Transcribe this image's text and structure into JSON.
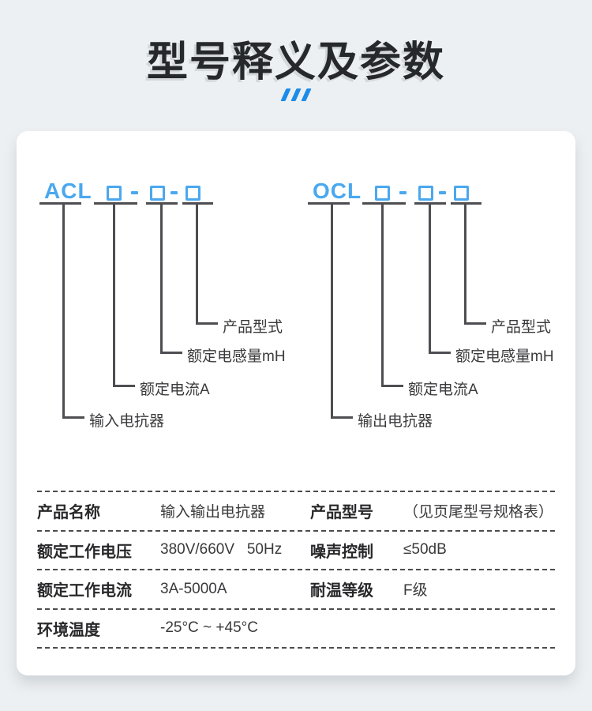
{
  "header": {
    "title": "型号释义及参数"
  },
  "accent": {
    "slash_count": 3
  },
  "diagrams": [
    {
      "prefix": "ACL",
      "separator": "-",
      "box_count": 3,
      "labels": [
        "输入电抗器",
        "额定电流A",
        "额定电感量mH",
        "产品型式"
      ]
    },
    {
      "prefix": "OCL",
      "separator": "-",
      "box_count": 3,
      "labels": [
        "输出电抗器",
        "额定电流A",
        "额定电感量mH",
        "产品型式"
      ]
    }
  ],
  "spec_table": {
    "rows": [
      [
        "产品名称",
        "输入输出电抗器",
        "产品型号",
        "（见页尾型号规格表）"
      ],
      [
        "额定工作电压",
        "380V/660V   50Hz",
        "噪声控制",
        "≤50dB"
      ],
      [
        "额定工作电流",
        "3A-5000A",
        "耐温等级",
        "F级"
      ],
      [
        "环境温度",
        "-25°C ~ +45°C",
        "",
        ""
      ]
    ]
  },
  "colors": {
    "page_background": "#edf0f2",
    "card_background": "#ffffff",
    "title_text": "#26282c",
    "accent_blue": "#1b8ce9",
    "diagram_blue": "#4aa8ef",
    "line_gray": "#4e4e52",
    "body_text": "#3a3a3c"
  }
}
